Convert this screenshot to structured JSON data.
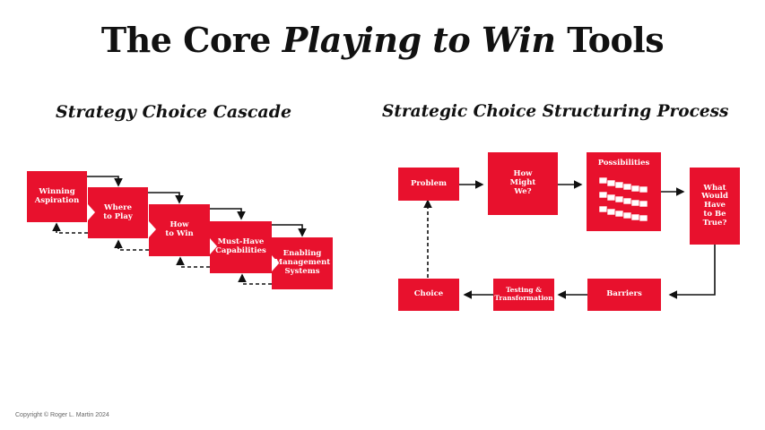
{
  "title": {
    "part1": "The Core ",
    "part2": "Playing to Win",
    "part3": " Tools"
  },
  "cascade": {
    "heading": "Strategy Choice Cascade",
    "steps": [
      "Winning\nAspiration",
      "Where\nto Play",
      "How\nto Win",
      "Must-Have\nCapabilities",
      "Enabling\nManagement\nSystems"
    ]
  },
  "process": {
    "heading": "Strategic Choice Structuring Process",
    "nodes": {
      "problem": "Problem",
      "how_might_we": "How\nMight\nWe?",
      "possibilities": "Possibilities",
      "what_would_have_to_be_true": "What\nWould\nHave\nto Be\nTrue?",
      "barriers": "Barriers",
      "testing": "Testing &\nTransformation",
      "choice": "Choice"
    }
  },
  "colors": {
    "accent": "#e8112d",
    "text": "#111111"
  },
  "copyright": "Copyright © Roger L. Martin 2024"
}
